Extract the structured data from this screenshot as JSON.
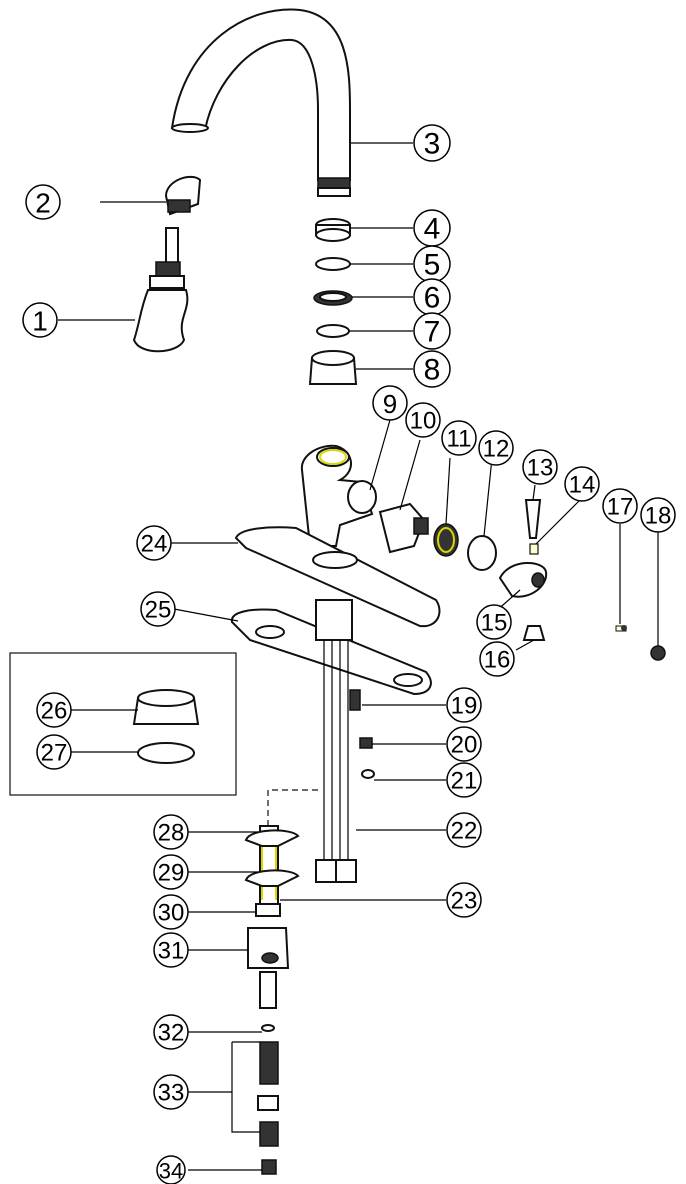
{
  "colors": {
    "line": "#111111",
    "background": "#ffffff",
    "highlight": "#d8d800"
  },
  "callouts": [
    "1",
    "2",
    "3",
    "4",
    "5",
    "6",
    "7",
    "8",
    "9",
    "10",
    "11",
    "12",
    "13",
    "14",
    "15",
    "16",
    "17",
    "18",
    "19",
    "20",
    "21",
    "22",
    "23",
    "24",
    "25",
    "26",
    "27",
    "28",
    "29",
    "30",
    "31",
    "32",
    "33",
    "34"
  ]
}
